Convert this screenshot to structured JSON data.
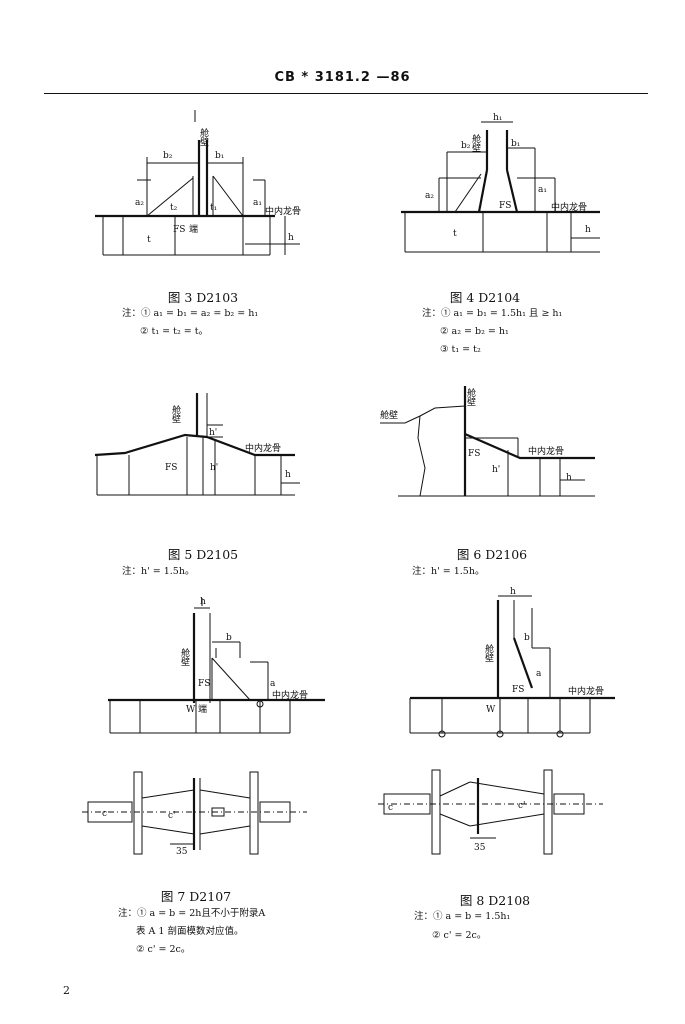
{
  "header": {
    "code": "CB * 3181.2 —86"
  },
  "page_number": "2",
  "figures": [
    {
      "caption": "图 3  D2103",
      "notes": [
        "注：① a₁ = b₁ = a₂ = b₂ = h₁",
        "② t₁ = t₂ = t。"
      ],
      "labels": {
        "b2": "b₂",
        "b1": "b₁",
        "a2": "a₂",
        "a1": "a₁",
        "t2": "t₂",
        "t1": "t₁",
        "fs": "FS",
        "side": "端",
        "t": "t",
        "h": "h",
        "keel": "中内龙骨",
        "wall": "舱壁"
      }
    },
    {
      "caption": "图 4  D2104",
      "notes": [
        "注：① a₁ = b₁ = 1.5h₁  且 ≥ h₁",
        "② a₂ = b₂ = h₁",
        "③ t₁ = t₂"
      ],
      "labels": {
        "h1": "h₁",
        "b2": "b₂",
        "b1": "b₁",
        "a2": "a₂",
        "a1": "a₁",
        "fs": "FS",
        "t": "t",
        "h": "h",
        "keel": "中内龙骨",
        "wall": "舱壁"
      }
    },
    {
      "caption": "图 5  D2105",
      "notes": [
        "注：h' = 1.5h。"
      ],
      "labels": {
        "hp": "h'",
        "fs": "FS",
        "h": "h",
        "keel": "中内龙骨",
        "wall": "舱壁"
      }
    },
    {
      "caption": "图 6  D2106",
      "notes": [
        "注：h' = 1.5h。"
      ],
      "labels": {
        "hull": "舱壁",
        "fs": "FS",
        "hp": "h'",
        "h": "h",
        "keel": "中内龙骨",
        "wall": "舱壁"
      }
    },
    {
      "caption": "图 7  D2107",
      "notes": [
        "注：① a = b = 2h且不小于附录A",
        "表 A 1 剖面模数对应值。",
        "② c' = 2c。"
      ],
      "labels": {
        "h": "h",
        "b": "b",
        "a": "a",
        "fs": "FS",
        "w": "W",
        "side": "端",
        "keel": "中内龙骨",
        "wall": "舱壁",
        "c": "c",
        "c2": "c'",
        "dim": "35"
      }
    },
    {
      "caption": "图 8  D2108",
      "notes": [
        "注：① a = b = 1.5h₁",
        "② c' = 2c。"
      ],
      "labels": {
        "h": "h",
        "b": "b",
        "a": "a",
        "fs": "FS",
        "w": "W",
        "keel": "中内龙骨",
        "wall": "舱壁",
        "c": "c",
        "c2": "c'",
        "dim": "35"
      }
    }
  ]
}
